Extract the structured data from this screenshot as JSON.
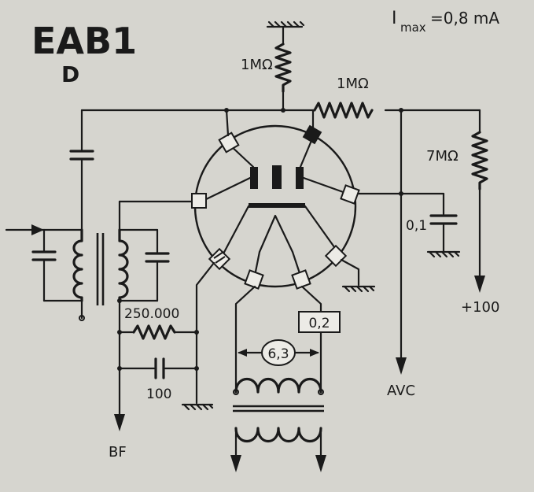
{
  "header": {
    "tube_name": "EAB1",
    "variant": "D",
    "imax_symbol": "I",
    "imax_sub": "max",
    "imax_value": "=0,8 mA"
  },
  "labels": {
    "r_top": "1MΩ",
    "r_series": "1MΩ",
    "r_right": "7MΩ",
    "cap_right": "0,1",
    "supply": "+100",
    "avc": "AVC",
    "r_load": "250.000",
    "cap_load": "100",
    "output": "BF",
    "heater_voltage": "6,3",
    "heater_current": "0,2"
  },
  "colors": {
    "ink": "#1a1a1a",
    "paper": "#d6d5cf",
    "pin_fill": "#ecebe6"
  }
}
